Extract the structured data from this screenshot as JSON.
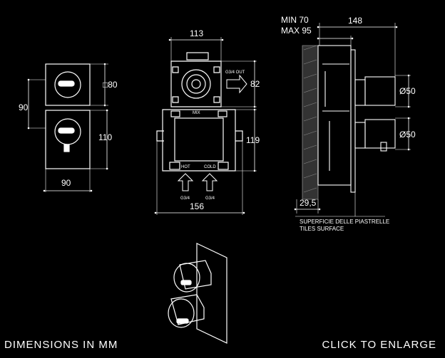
{
  "footer": {
    "left_label": "DIMENSIONS IN MM",
    "right_label": "CLICK TO ENLARGE"
  },
  "front_view": {
    "square_size_label": "□80",
    "gap_label": "90",
    "height_label": "110",
    "width_label": "90"
  },
  "body_view": {
    "top_width_label": "113",
    "upper_height_label": "82",
    "lower_height_label": "119",
    "bottom_width_label": "156",
    "outlet_label": "G3/4 OUT",
    "mix_label": "MIX",
    "hot_label": "HOT",
    "cold_label": "COLD",
    "inlet_left_label": "G3/4",
    "inlet_right_label": "G3/4"
  },
  "side_view": {
    "depth_min_label": "MIN 70",
    "depth_max_label": "MAX 95",
    "total_depth_label": "148",
    "upper_diameter_label": "Ø50",
    "lower_diameter_label": "Ø50",
    "wall_offset_label": "29,5",
    "tiles_label_it": "SUPERFICIE DELLE PIASTRELLE",
    "tiles_label_en": "TILES SURFACE"
  },
  "colors": {
    "background": "#000000",
    "lines": "#ffffff",
    "wall": "#8a8a8a"
  }
}
